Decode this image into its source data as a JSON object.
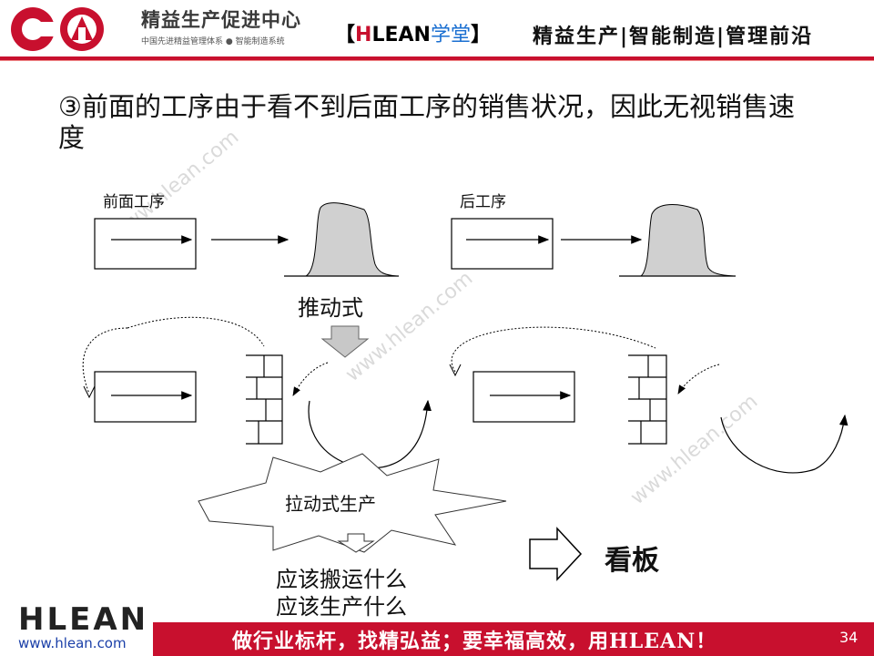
{
  "header": {
    "center_title": "精益生产促进中心",
    "center_subtitle": "中国先进精益管理体系 ● 智能制造系统",
    "brand_open": "【",
    "brand_h": "H",
    "brand_lean": "LEAN",
    "brand_xuetang": "学堂",
    "brand_close": "】",
    "tagline": "精益生产|智能制造|管理前沿"
  },
  "slide": {
    "title": "③前面的工序由于看不到后面工序的销售状况，因此无视销售速度"
  },
  "diagram": {
    "label_front_process": "前面工序",
    "label_back_process": "后工序",
    "label_push": "推动式",
    "label_pull_production": "拉动式生产",
    "label_what_to_transport": "应该搬运什么",
    "label_what_to_produce": "应该生产什么",
    "label_kanban": "看板"
  },
  "watermark": "www.hlean.com",
  "footer": {
    "logo": "HLEAN",
    "url": "www.hlean.com",
    "slogan": "做行业标杆，找精弘益；要幸福高效，用HLEAN！",
    "page_number": "34"
  },
  "colors": {
    "accent_red": "#c8102e",
    "inventory_gray": "#d0d0d0",
    "brand_blue": "#1a6fd1"
  }
}
